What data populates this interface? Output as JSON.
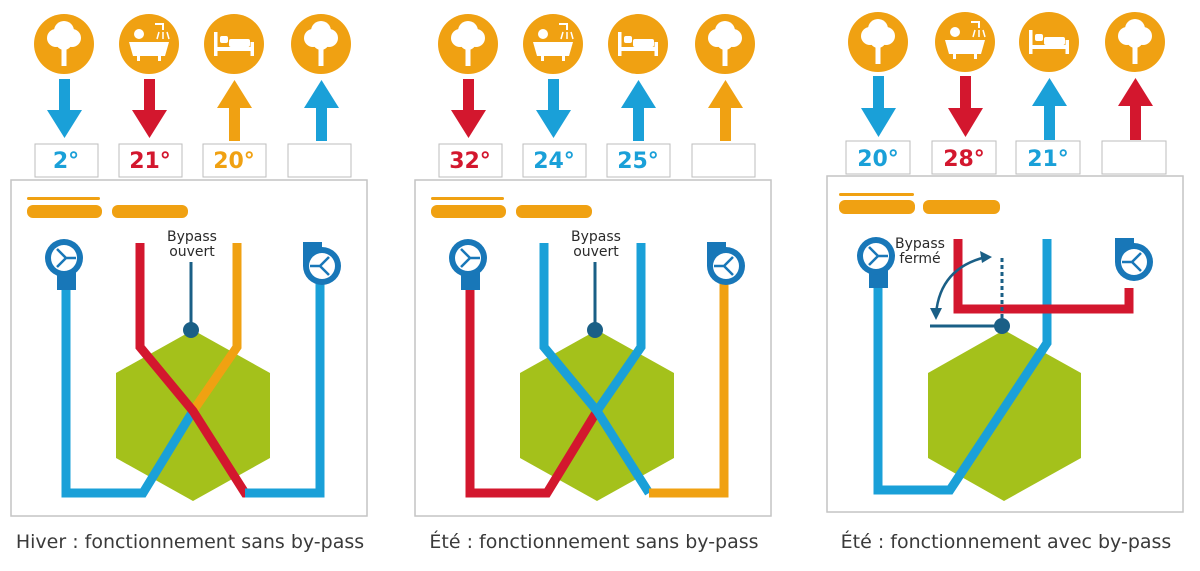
{
  "colors": {
    "cold": "#1aa0d8",
    "hot": "#d3172e",
    "warm": "#f0a112",
    "icon_circle": "#f0a112",
    "exchanger": "#a4c11b",
    "fan_body": "#1877b8",
    "pivot": "#1a5f86"
  },
  "panels": [
    {
      "caption": "Hiver : fonctionnement sans by-pass",
      "bypass_label_line1": "Bypass",
      "bypass_label_line2": "ouvert",
      "icons": [
        "tree-icon",
        "bath-icon",
        "bed-icon",
        "tree-icon"
      ],
      "temperatures": [
        "2°",
        "21°",
        "20°",
        ""
      ],
      "temperature_colors": [
        "#1aa0d8",
        "#d3172e",
        "#f0a112",
        "#1aa0d8"
      ],
      "arrows": [
        {
          "direction": "down",
          "color": "#1aa0d8"
        },
        {
          "direction": "down",
          "color": "#d3172e"
        },
        {
          "direction": "up",
          "color": "#f0a112"
        },
        {
          "direction": "up",
          "color": "#1aa0d8"
        }
      ]
    },
    {
      "caption": "Été : fonctionnement sans by-pass",
      "bypass_label_line1": "Bypass",
      "bypass_label_line2": "ouvert",
      "icons": [
        "tree-icon",
        "bath-icon",
        "bed-icon",
        "tree-icon"
      ],
      "temperatures": [
        "32°",
        "24°",
        "25°",
        ""
      ],
      "temperature_colors": [
        "#d3172e",
        "#1aa0d8",
        "#1aa0d8",
        "#f0a112"
      ],
      "arrows": [
        {
          "direction": "down",
          "color": "#d3172e"
        },
        {
          "direction": "down",
          "color": "#1aa0d8"
        },
        {
          "direction": "up",
          "color": "#1aa0d8"
        },
        {
          "direction": "up",
          "color": "#f0a112"
        }
      ]
    },
    {
      "caption": "Été : fonctionnement avec by-pass",
      "bypass_label_line1": "Bypass",
      "bypass_label_line2": "fermé",
      "icons": [
        "tree-icon",
        "bath-icon",
        "bed-icon",
        "tree-icon"
      ],
      "temperatures": [
        "20°",
        "28°",
        "21°",
        ""
      ],
      "temperature_colors": [
        "#1aa0d8",
        "#d3172e",
        "#1aa0d8",
        "#d3172e"
      ],
      "arrows": [
        {
          "direction": "down",
          "color": "#1aa0d8"
        },
        {
          "direction": "down",
          "color": "#d3172e"
        },
        {
          "direction": "up",
          "color": "#1aa0d8"
        },
        {
          "direction": "up",
          "color": "#d3172e"
        }
      ]
    }
  ]
}
